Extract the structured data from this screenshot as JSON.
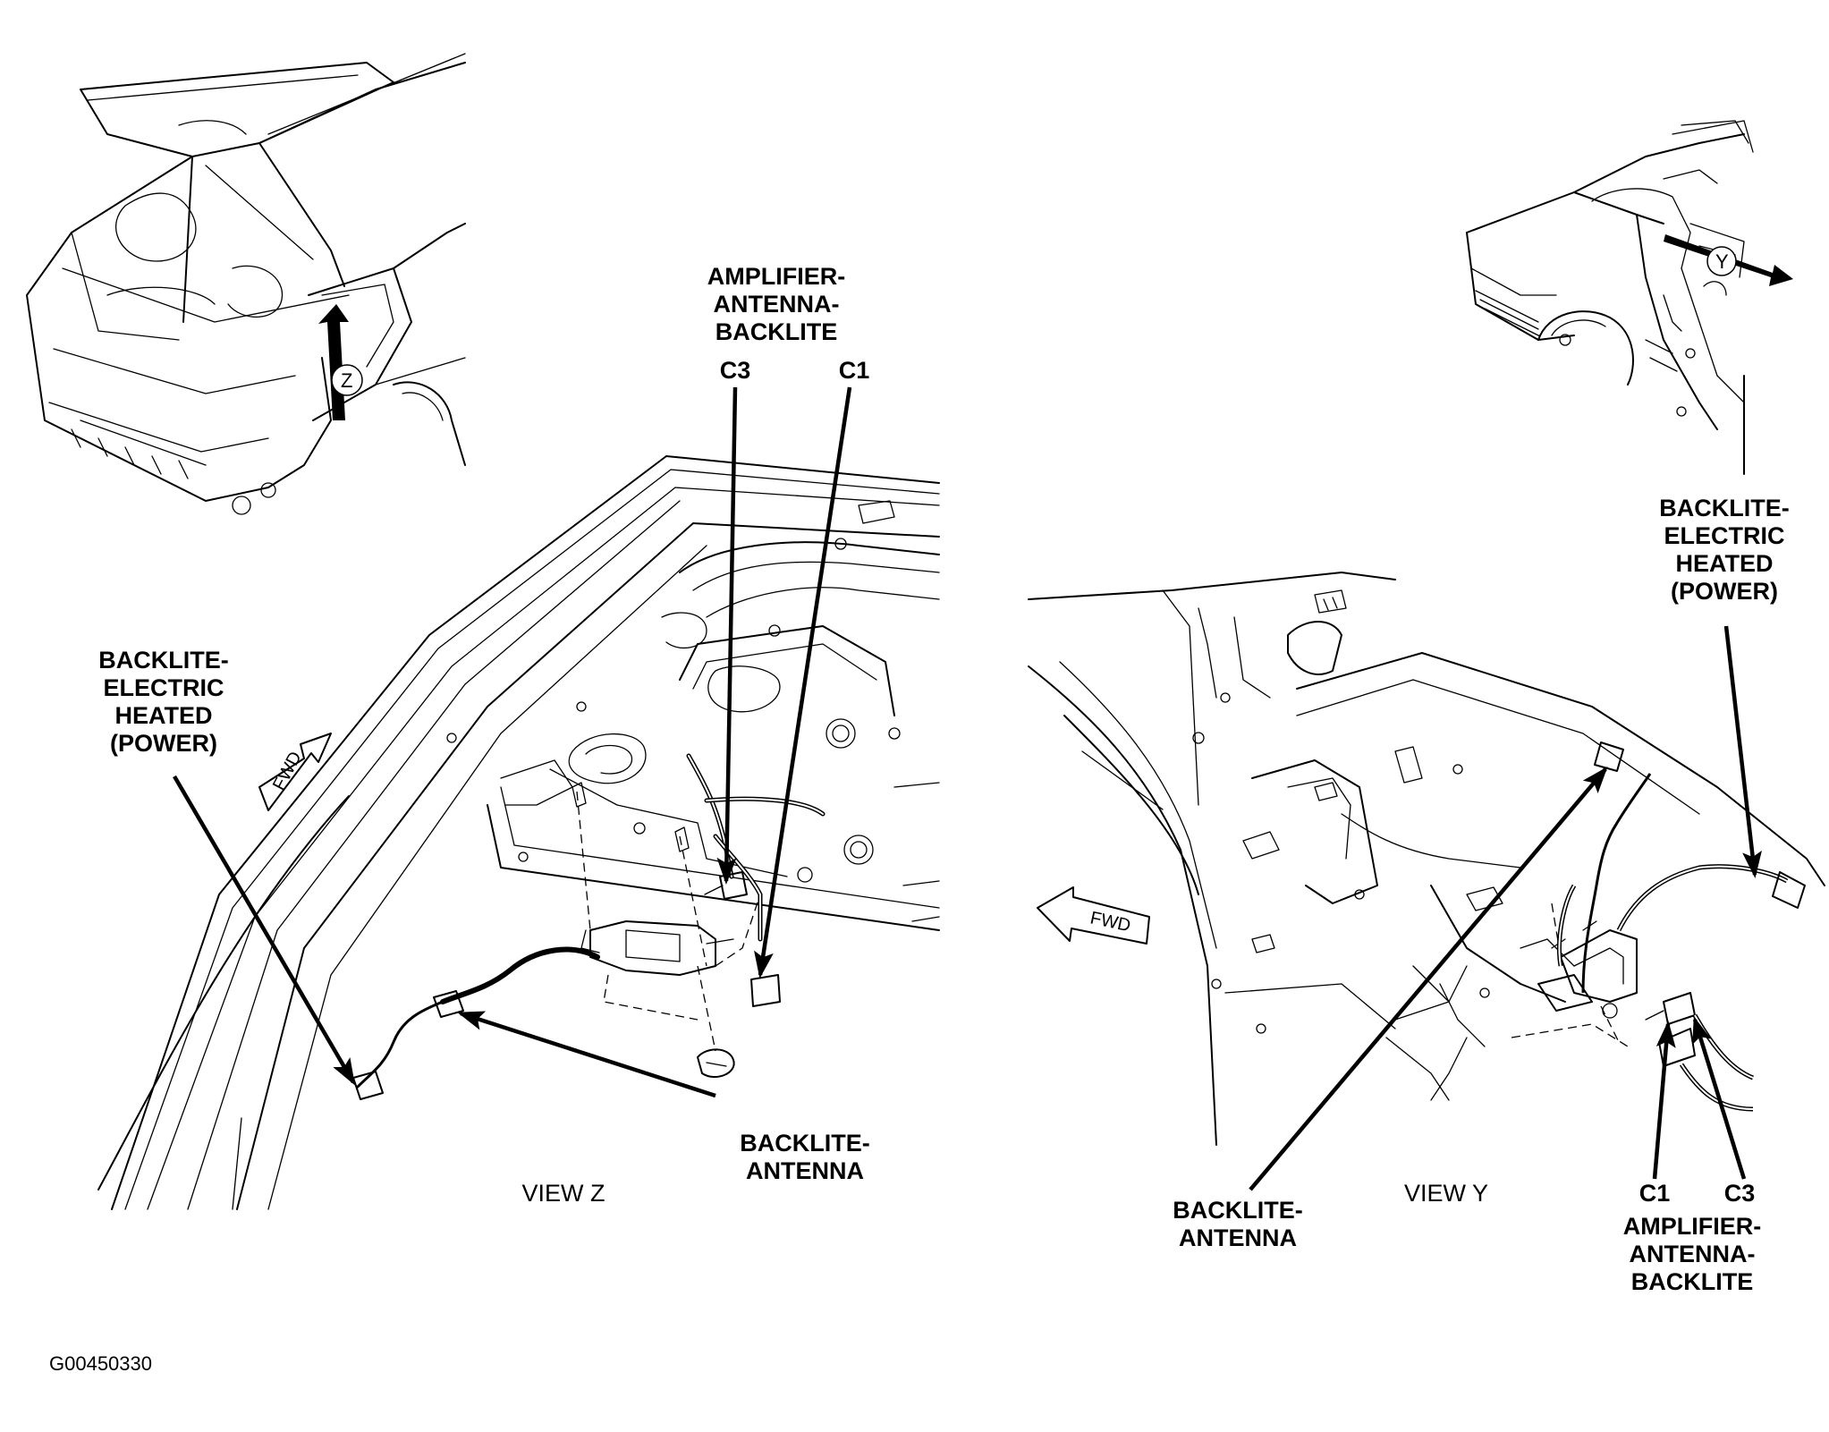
{
  "figure_id": "G00450330",
  "view_z": {
    "title": "VIEW Z",
    "amplifier_label": [
      "AMPLIFIER-",
      "ANTENNA-",
      "BACKLITE"
    ],
    "connector_c3": "C3",
    "connector_c1": "C1",
    "backlite_heated_label": [
      "BACKLITE-",
      "ELECTRIC",
      "HEATED",
      "(POWER)"
    ],
    "backlite_antenna_label": [
      "BACKLITE-",
      "ANTENNA"
    ],
    "fwd_arrow": "FWD",
    "inset_marker": "Z"
  },
  "view_y": {
    "title": "VIEW Y",
    "amplifier_label": [
      "AMPLIFIER-",
      "ANTENNA-",
      "BACKLITE"
    ],
    "connector_c1": "C1",
    "connector_c3": "C3",
    "backlite_heated_label": [
      "BACKLITE-",
      "ELECTRIC",
      "HEATED",
      "(POWER)"
    ],
    "backlite_antenna_label": [
      "BACKLITE-",
      "ANTENNA"
    ],
    "fwd_arrow": "FWD",
    "inset_marker": "Y"
  }
}
